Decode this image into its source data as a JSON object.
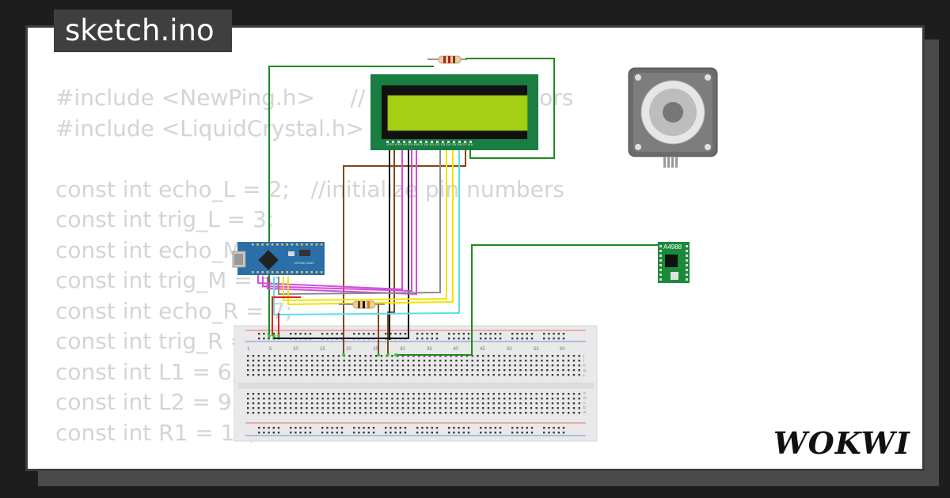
{
  "editor": {
    "filename": "sketch.ino",
    "code_lines": [
      "#include <NewPing.h>     // ultrasonic sensors",
      "#include <LiquidCrystal.h>",
      "",
      "const int echo_L = 2;   //initialize pin numbers",
      "const int trig_L = 3;",
      "const int echo_M = 4;",
      "const int trig_M = 5;",
      "const int echo_R = 7;",
      "const int trig_R = 8;",
      "const int L1 = 6;",
      "const int L2 = 9;",
      "const int R1 = 10;"
    ]
  },
  "components": {
    "driver_label": "A4988",
    "arduino_label": "ARDUINO NANO",
    "breadboard_numbers": [
      "1",
      "5",
      "10",
      "15",
      "20",
      "25",
      "30",
      "35",
      "40",
      "45",
      "50",
      "55",
      "60"
    ],
    "breadboard_rows_right": [
      "j",
      "i",
      "h",
      "g",
      "f",
      "e",
      "d",
      "c",
      "b",
      "a"
    ],
    "lcd_pins": "VSS VDD V0 RS RW E D0 D1 D2 D3 D4 D5 D6 D7 A K"
  },
  "brand": {
    "logo_text": "WOKWI"
  },
  "colors": {
    "pcb_green": "#1a7d42",
    "lcd_screen": "#a4cf12",
    "wire_green": "#1f8a1f",
    "wire_brown": "#7b4a1e",
    "wire_black": "#111111",
    "wire_magenta": "#d54bd8",
    "wire_yellow": "#f2e300",
    "wire_cyan": "#55e0e6",
    "wire_red": "#e02020",
    "nano_blue": "#2a6fa8"
  }
}
